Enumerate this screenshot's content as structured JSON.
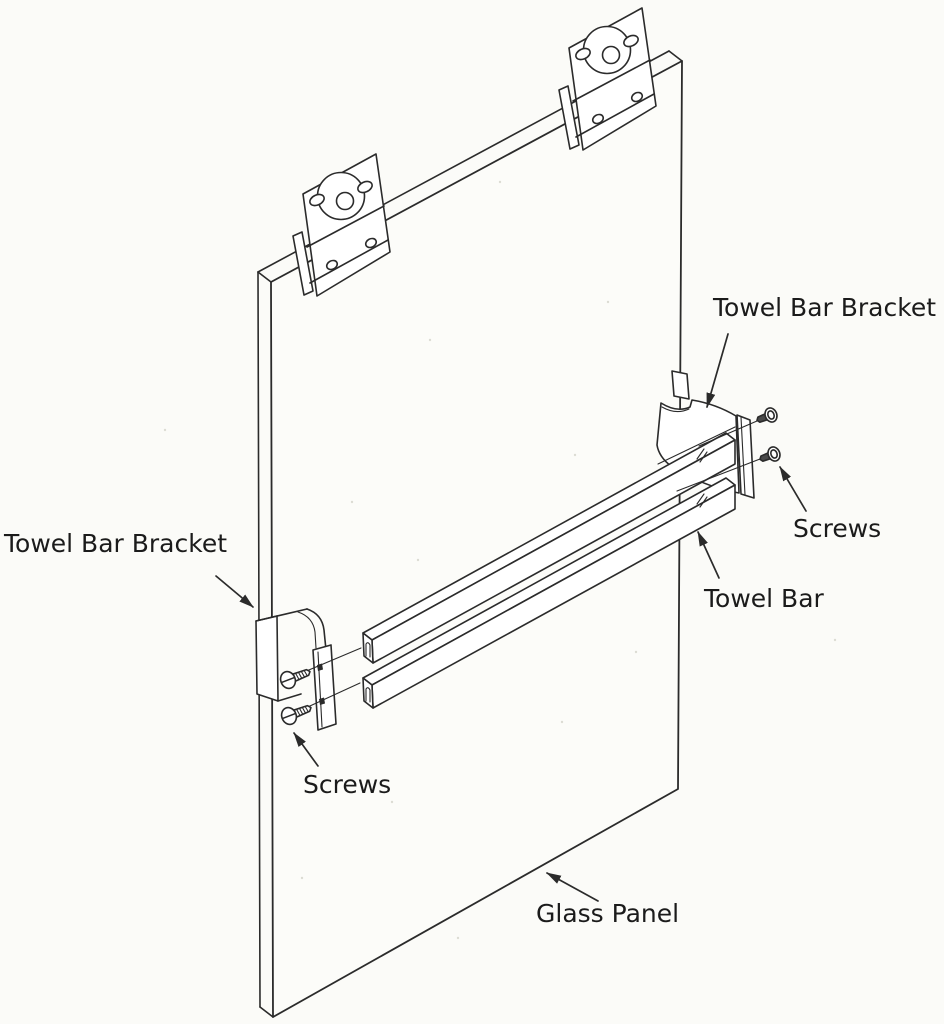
{
  "figure": {
    "type": "exploded-assembly-line-drawing",
    "background_color": "#fbfbf8",
    "line_color": "#2b2b2b",
    "text_color": "#1b1b1b"
  },
  "labels": [
    {
      "id": "towel-bar-bracket-right",
      "text": "Towel Bar Bracket"
    },
    {
      "id": "screws-right",
      "text": "Screws"
    },
    {
      "id": "towel-bar",
      "text": "Towel Bar"
    },
    {
      "id": "towel-bar-bracket-left",
      "text": "Towel Bar Bracket"
    },
    {
      "id": "screws-left",
      "text": "Screws"
    },
    {
      "id": "glass-panel",
      "text": "Glass Panel"
    }
  ]
}
